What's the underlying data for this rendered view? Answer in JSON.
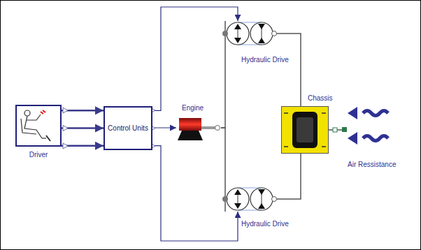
{
  "diagram": {
    "nodes": [
      {
        "text": [
          "Driver"
        ]
      },
      {
        "text": [
          "Control Units"
        ]
      },
      {
        "text": [
          "Engine"
        ]
      },
      {
        "text": [
          "Hydraulic Drive"
        ]
      },
      {
        "text": [
          "Hydraulic Drive"
        ]
      },
      {
        "text": [
          "Chassis"
        ]
      },
      {
        "text": [
          "Air Ressistance"
        ]
      }
    ],
    "edges": [
      {
        "from": 0,
        "to": 1,
        "arrow": "to"
      },
      {
        "from": 0,
        "to": 1,
        "arrow": "to"
      },
      {
        "from": 0,
        "to": 1,
        "arrow": "to"
      },
      {
        "from": 1,
        "to": 3,
        "arrow": "to"
      },
      {
        "from": 1,
        "to": 2,
        "arrow": "to"
      },
      {
        "from": 1,
        "to": 4,
        "arrow": "to"
      },
      {
        "from": 2,
        "to": 3,
        "arrow": "none"
      },
      {
        "from": 2,
        "to": 4,
        "arrow": "none"
      },
      {
        "from": 3,
        "to": 5,
        "arrow": "none"
      },
      {
        "from": 4,
        "to": 5,
        "arrow": "none"
      },
      {
        "from": 5,
        "to": 6,
        "arrow": "none"
      }
    ]
  }
}
